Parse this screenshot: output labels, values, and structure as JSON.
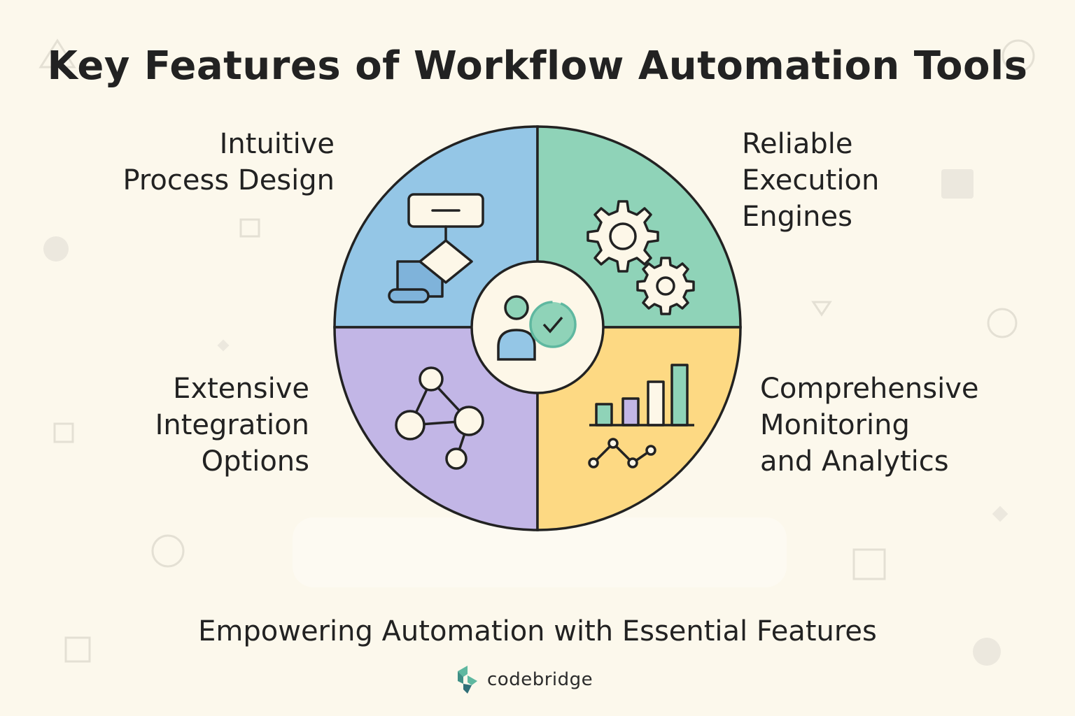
{
  "title": "Key Features of Workflow Automation Tools",
  "features": {
    "top_left": {
      "lines": [
        "Intuitive",
        "Process Design"
      ],
      "color": "#94c6e6",
      "icon": "flowchart-icon"
    },
    "top_right": {
      "lines": [
        "Reliable",
        "Execution",
        "Engines"
      ],
      "color": "#8fd3b8",
      "icon": "gears-icon"
    },
    "bottom_left": {
      "lines": [
        "Extensive",
        "Integration",
        "Options"
      ],
      "color": "#c2b6e6",
      "icon": "network-icon"
    },
    "bottom_right": {
      "lines": [
        "Comprehensive",
        "Monitoring",
        "and Analytics"
      ],
      "color": "#fdd983",
      "icon": "analytics-chart-icon"
    }
  },
  "center_icon": "user-check-icon",
  "subtitle": "Empowering Automation with Essential Features",
  "brand": {
    "name": "codebridge",
    "icon": "codebridge-logo-icon"
  },
  "colors": {
    "background": "#fcf8ec",
    "outline": "#222222",
    "accent_teal": "#5fb8a0"
  }
}
